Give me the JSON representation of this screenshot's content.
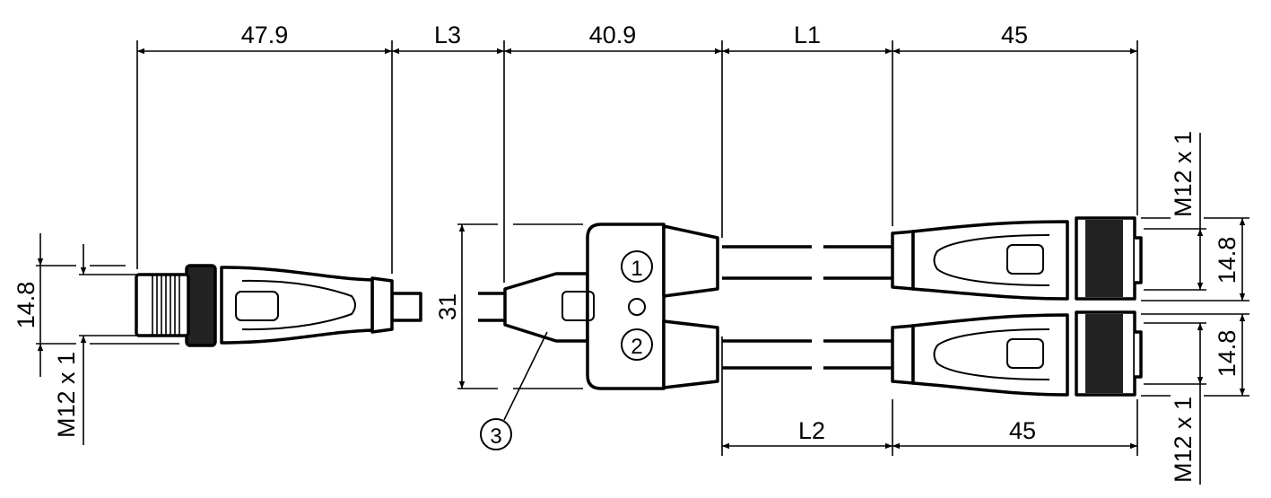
{
  "title": "Y-splitter cable dimensional drawing",
  "dimensions": {
    "top": [
      "47.9",
      "L3",
      "40.9",
      "L1",
      "45"
    ],
    "bottom": [
      "L2",
      "45"
    ],
    "left_height": "14.8",
    "left_thread": "M12 x 1",
    "splitter_height": "31",
    "right_upper_thread": "M12 x 1",
    "right_upper_height": "14.8",
    "right_lower_height": "14.8",
    "right_lower_thread": "M12 x 1"
  },
  "callouts": {
    "port1": "1",
    "port2": "2",
    "splitter": "3"
  },
  "colors": {
    "line": "#000000",
    "background": "#ffffff"
  }
}
